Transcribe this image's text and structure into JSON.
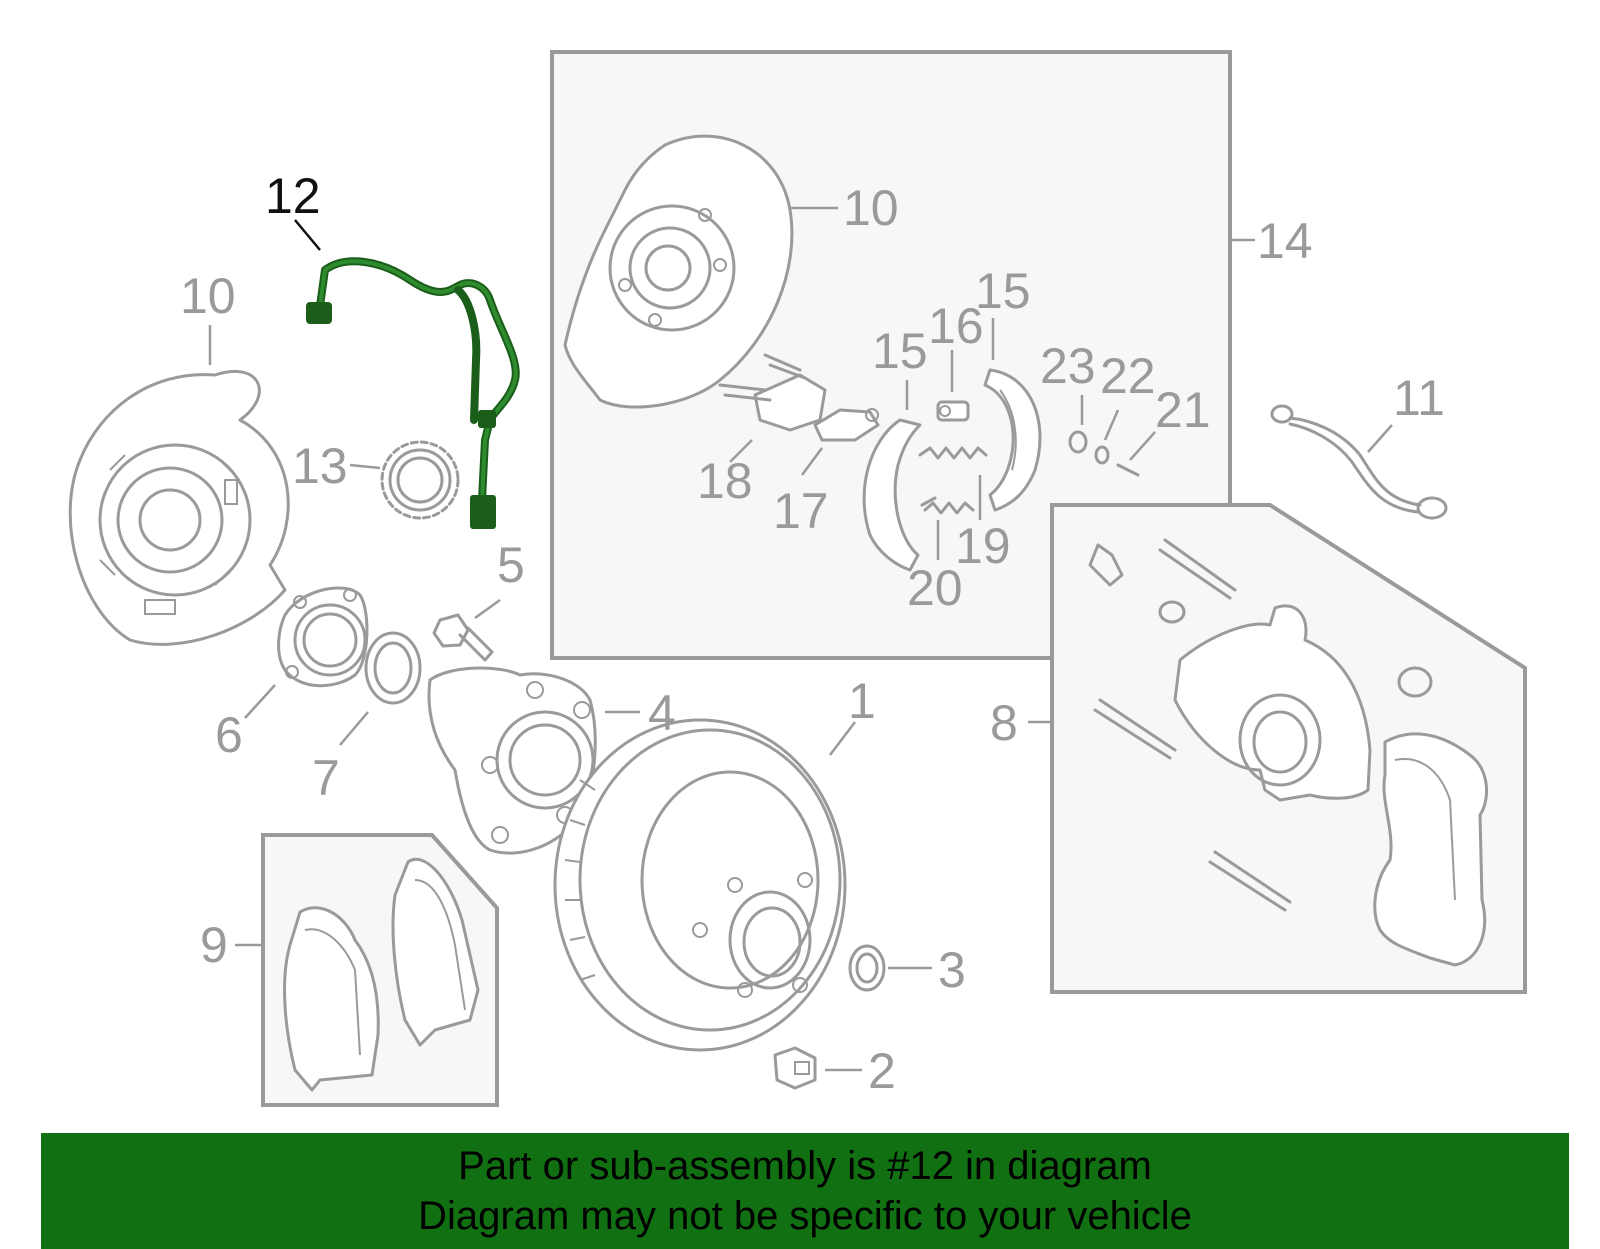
{
  "callouts": {
    "c1": "1",
    "c2": "2",
    "c3": "3",
    "c4": "4",
    "c5": "5",
    "c6": "6",
    "c7": "7",
    "c8": "8",
    "c9": "9",
    "c10a": "10",
    "c10b": "10",
    "c11": "11",
    "c12": "12",
    "c13": "13",
    "c14": "14",
    "c15a": "15",
    "c15b": "15",
    "c16": "16",
    "c17": "17",
    "c18": "18",
    "c19": "19",
    "c20": "20",
    "c21": "21",
    "c22": "22",
    "c23": "23"
  },
  "highlight_part": "12",
  "colors": {
    "highlight": "#1a5e1a",
    "banner_bg": "#117011",
    "line": "#9a9a9a"
  },
  "banner": {
    "line1": "Part or sub-assembly is #12 in diagram",
    "line2": "Diagram may not be specific to your vehicle"
  }
}
